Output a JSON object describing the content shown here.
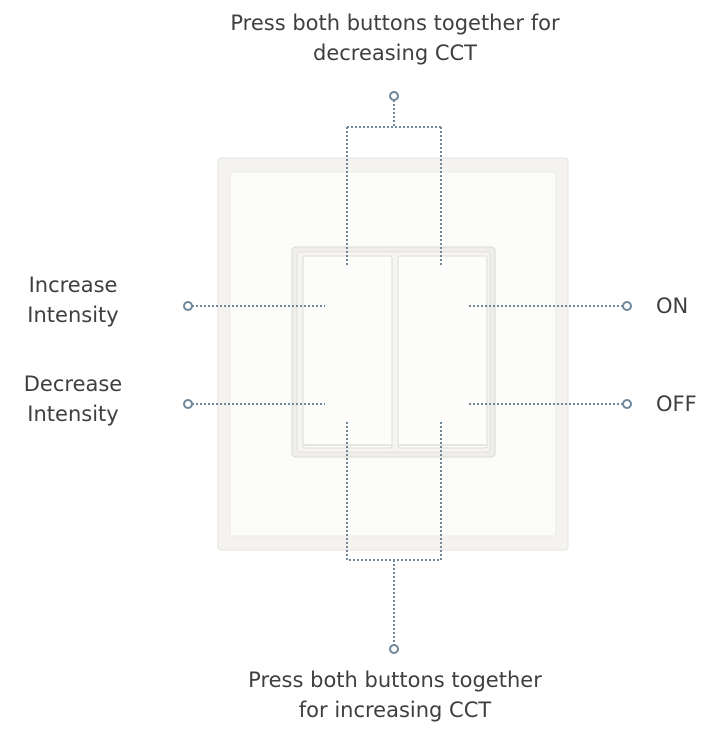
{
  "labels": {
    "top_line1": "Press both buttons together for",
    "top_line2": "decreasing CCT",
    "bottom_line1": "Press both buttons together",
    "bottom_line2": "for increasing CCT",
    "increase_line1": "Increase",
    "increase_line2": "Intensity",
    "decrease_line1": "Decrease",
    "decrease_line2": "Intensity",
    "on": "ON",
    "off": "OFF"
  },
  "colors": {
    "callout_line": "#6f8799",
    "text": "#3f3f3f",
    "plate": "#f3f2ef",
    "plate_edge": "#e0dfdb",
    "button": "#fbfbf9"
  }
}
